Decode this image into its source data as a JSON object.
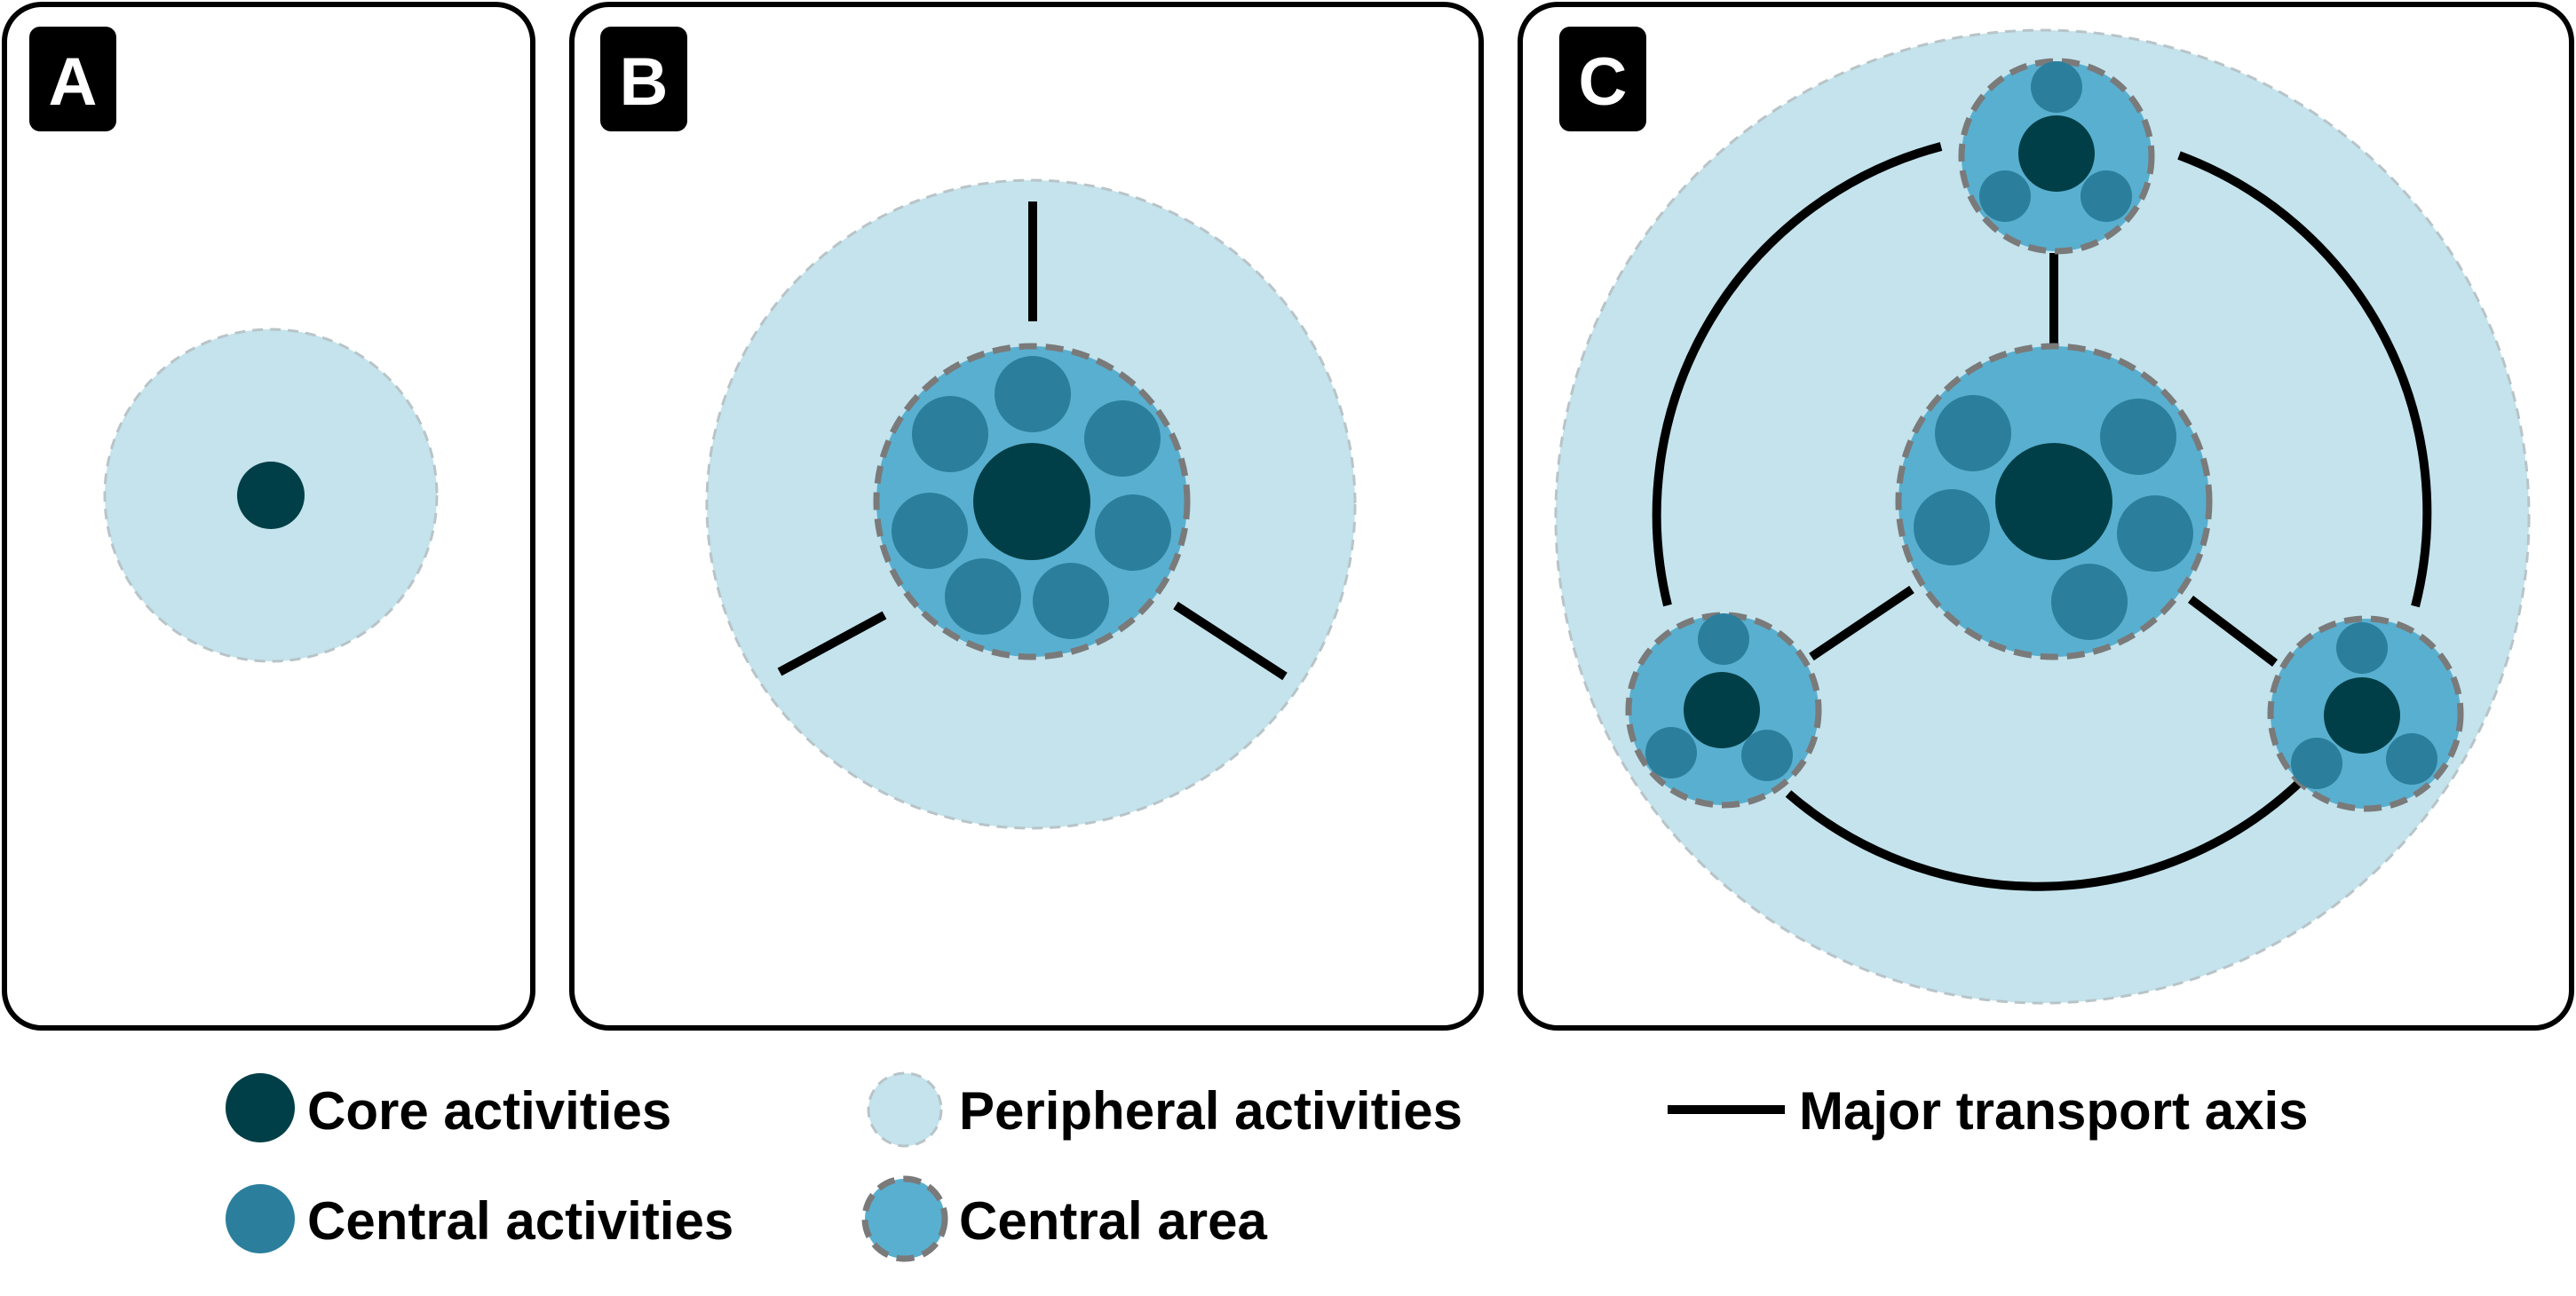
{
  "colors": {
    "core": "#003f47",
    "central": "#2b7f9c",
    "area": "#59afcf",
    "peripheral": "#c4e3ec",
    "axis": "#000000"
  },
  "panels": [
    {
      "label": "A"
    },
    {
      "label": "B"
    },
    {
      "label": "C"
    }
  ],
  "legend": {
    "core": "Core activities",
    "central": "Central activities",
    "peripheral": "Peripheral activities",
    "area": "Central area",
    "axis": "Major transport axis"
  }
}
